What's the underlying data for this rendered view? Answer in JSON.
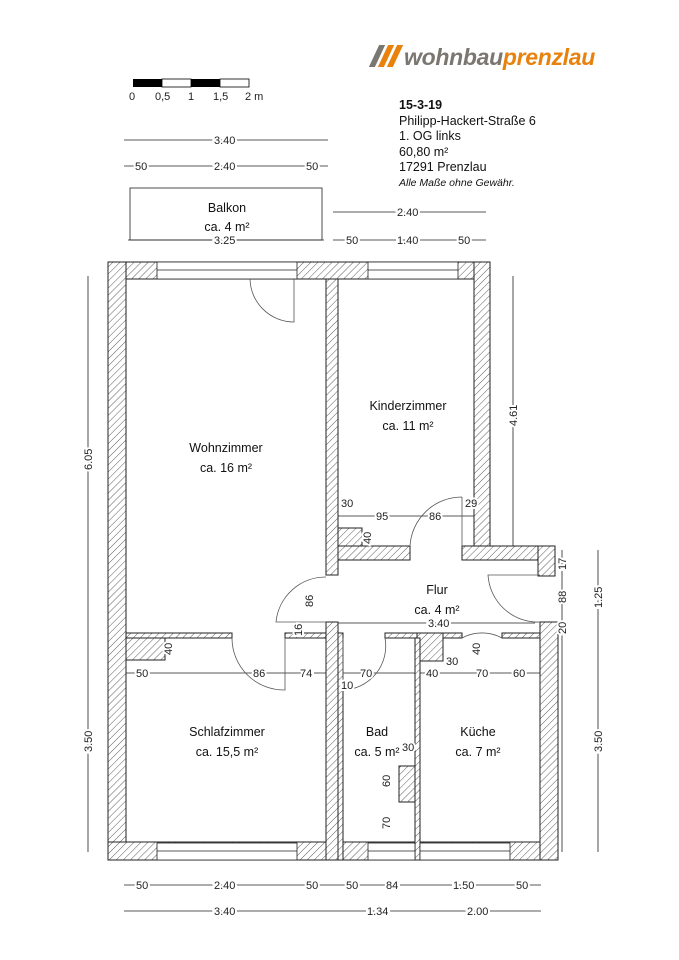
{
  "logo": {
    "part1": "wohnbau",
    "part2": "prenzlau",
    "colors": {
      "grey": "#7a7670",
      "orange": "#e8820c"
    }
  },
  "info": {
    "id": "15-3-19",
    "street": "Philipp-Hackert-Straße 6",
    "floor": "1. OG links",
    "area": "60,80 m²",
    "city": "17291 Prenzlau",
    "note": "Alle Maße ohne Gewähr."
  },
  "scale": {
    "labels": [
      "0",
      "0,5",
      "1",
      "1,5",
      "2 m"
    ]
  },
  "rooms": {
    "balkon": {
      "name": "Balkon",
      "area": "ca. 4 m²"
    },
    "wohnzimmer": {
      "name": "Wohnzimmer",
      "area": "ca. 16 m²"
    },
    "kinderzimmer": {
      "name": "Kinderzimmer",
      "area": "ca. 11 m²"
    },
    "flur": {
      "name": "Flur",
      "area": "ca. 4 m²"
    },
    "schlafzimmer": {
      "name": "Schlafzimmer",
      "area": "ca. 15,5 m²"
    },
    "bad": {
      "name": "Bad",
      "area": "ca. 5 m²"
    },
    "kueche": {
      "name": "Küche",
      "area": "ca. 7 m²"
    }
  },
  "dims": {
    "top": [
      "3.40",
      "50",
      "2.40",
      "50",
      "3.25"
    ],
    "top_right": [
      "2.40",
      "50",
      "1.40",
      "50"
    ],
    "left": [
      "6.05",
      "3.50"
    ],
    "right": [
      "4.61",
      "17",
      "88",
      "20",
      "1.25",
      "3.50"
    ],
    "interior": [
      "30",
      "95",
      "86",
      "29",
      "40",
      "86",
      "16",
      "3.40",
      "50",
      "40",
      "86",
      "74",
      "10",
      "70",
      "40",
      "30",
      "40",
      "70",
      "60",
      "30",
      "60",
      "70"
    ],
    "bottom1": [
      "50",
      "2.40",
      "50",
      "50",
      "84",
      "1.50",
      "50"
    ],
    "bottom2": [
      "3.40",
      "1.34",
      "2.00"
    ]
  }
}
